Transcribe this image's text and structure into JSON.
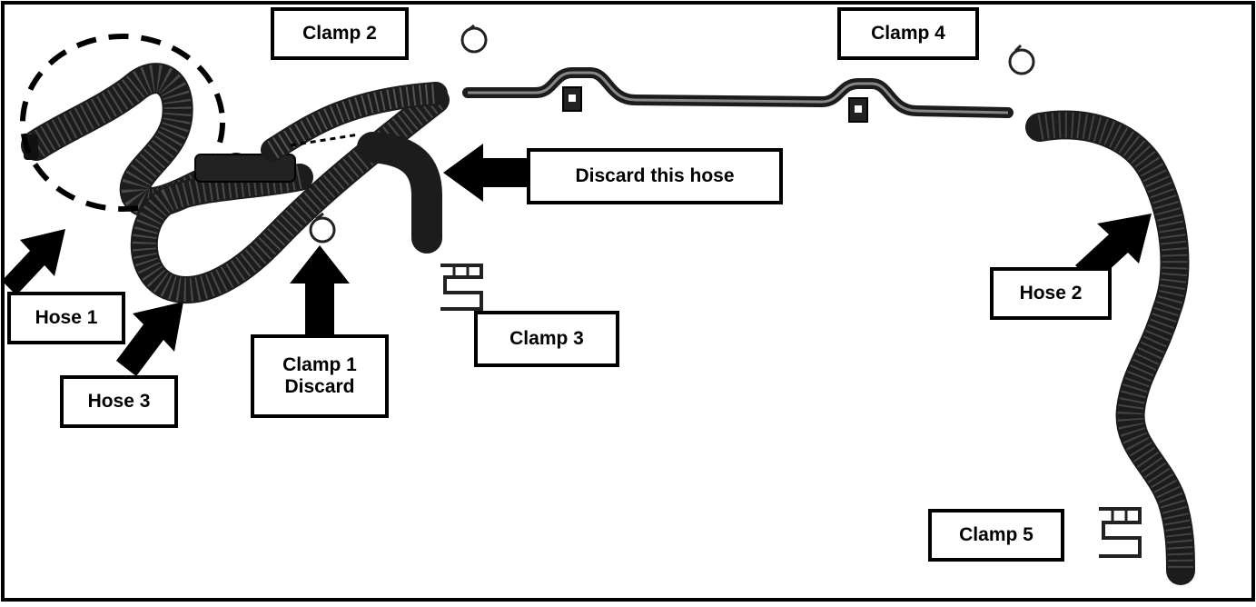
{
  "labels": {
    "clamp_2": "Clamp 2",
    "clamp_4": "Clamp 4",
    "discard_this_hose": "Discard this hose",
    "hose_2": "Hose 2",
    "hose_1": "Hose 1",
    "clamp_3": "Clamp 3",
    "clamp_1_line1": "Clamp 1",
    "clamp_1_line2": "Discard",
    "hose_3": "Hose 3",
    "clamp_5": "Clamp 5"
  },
  "icons": {
    "arrow": "arrow-icon",
    "hose": "hose-icon",
    "clamp": "clamp-icon",
    "tube": "tube-icon",
    "highlight": "dashed-circle-icon"
  },
  "colors": {
    "hose": "#1c1c1c",
    "ink": "#000000",
    "background": "#ffffff"
  }
}
